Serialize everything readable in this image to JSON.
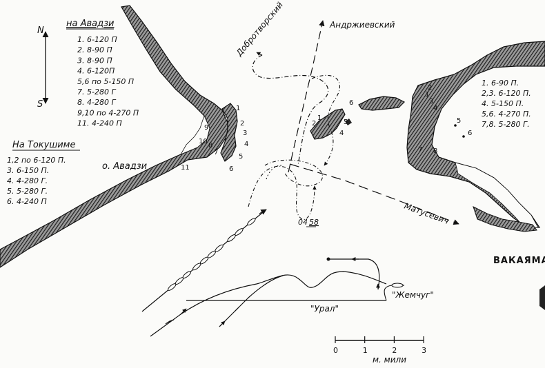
{
  "compass": {
    "north": "N",
    "south": "S"
  },
  "legend_avadzi": {
    "title": "на Авадзи",
    "items": [
      "1. 6-120 П",
      "2. 8-90 П",
      "3. 8-90 П",
      "4. 6-120П",
      "5,6 по 5-150 П",
      "7. 5-280 Г",
      "8. 4-280 Г",
      "9,10 по 4-270 П",
      "11. 4-240 П"
    ]
  },
  "legend_tokushime": {
    "title": "На Токушиме",
    "items": [
      "1,2 по 6-120 П.",
      "3. 6-150 П.",
      "4. 4-280 Г.",
      "5. 5-280 Г.",
      "6. 4-240 П"
    ]
  },
  "legend_vakayama": {
    "items": [
      "1. 6-90 П.",
      "2,3. 6-120 П.",
      "4. 5-150 П.",
      "5,6. 4-270 П.",
      "7,8. 5-280 Г."
    ]
  },
  "places": {
    "avadzi_island": "о. Авадзи",
    "vakayama": "ВАКАЯМА"
  },
  "ships": {
    "dobrotvorsky": "Добротворский",
    "andrzhievsky": "Андржиевский",
    "matusevich": "Матусевич",
    "ural": "\"Урал\"",
    "zhemchug": "\"Жемчуг\""
  },
  "time_label": {
    "prefix": "04",
    "underlined": "58"
  },
  "battery_numbers_avadzi": [
    "1",
    "2",
    "3",
    "4",
    "5",
    "6",
    "7",
    "8",
    "9",
    "10",
    "11"
  ],
  "battery_numbers_tokushime": [
    "1",
    "2",
    "4",
    "5",
    "6"
  ],
  "battery_numbers_vakayama": [
    "1",
    "2",
    "3",
    "4",
    "5",
    "6",
    "7",
    "8"
  ],
  "scale": {
    "ticks": [
      "0",
      "1",
      "2",
      "3"
    ],
    "unit": "м. мили"
  },
  "colors": {
    "ink": "#111111",
    "hatch": "#2a2a2a",
    "paper": "#fbfbf9"
  }
}
